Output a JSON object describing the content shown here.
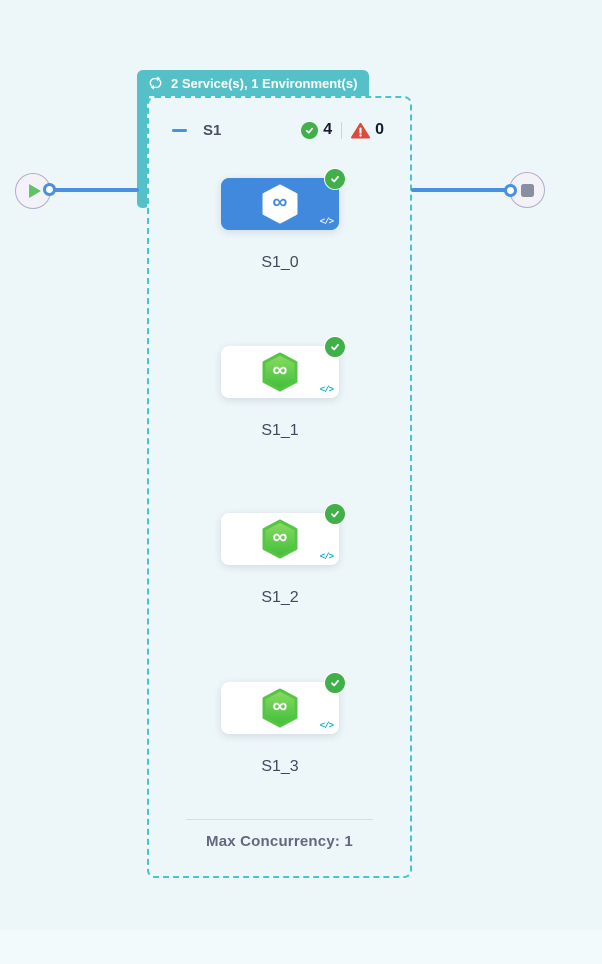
{
  "colors": {
    "bg": "#edf6f9",
    "bg2": "#f3fafc",
    "teal": "#56c0c9",
    "dash": "#47c4cf",
    "blue": "#4189dd",
    "blue-line": "#4a90e2",
    "green": "#42b04a",
    "red": "#dd4b3e",
    "code-teal": "#06aed4",
    "cap-bg": "#f4f2f9",
    "cap-border": "#b3abc7",
    "hex-green-top": "#8bdc64",
    "hex-green-bottom": "#3fbd3a",
    "play-green": "#5fc363"
  },
  "group_badge": {
    "icon": "loop-icon",
    "label": "2 Service(s), 1 Environment(s)"
  },
  "stage": {
    "name": "S1",
    "collapse_icon": "minus-icon",
    "success_icon": "check-circle-icon",
    "success_count": "4",
    "failure_icon": "warning-triangle-icon",
    "failure_count": "0",
    "footer_label": "Max Concurrency: 1"
  },
  "nodes": [
    {
      "label": "S1_0",
      "selected": true,
      "status": "success"
    },
    {
      "label": "S1_1",
      "selected": false,
      "status": "success"
    },
    {
      "label": "S1_2",
      "selected": false,
      "status": "success"
    },
    {
      "label": "S1_3",
      "selected": false,
      "status": "success"
    }
  ],
  "icons": {
    "infinity": "∞",
    "code": "</>",
    "start": "play-icon",
    "end": "stop-icon"
  }
}
